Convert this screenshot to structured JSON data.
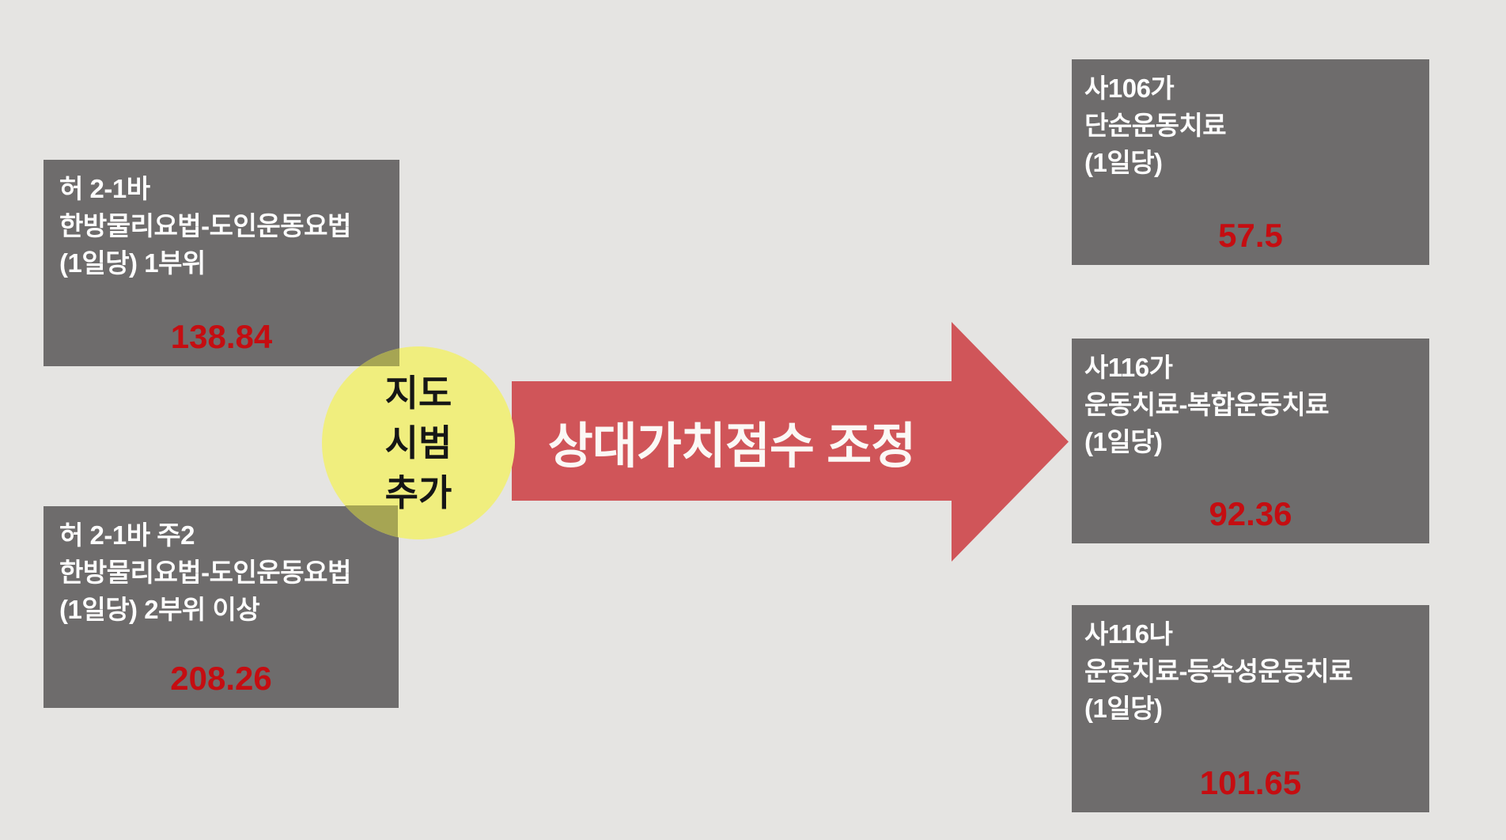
{
  "slide": {
    "background_color": "#e5e4e2",
    "colors": {
      "box_bg": "#6e6c6c",
      "box_text": "#fdfdfd",
      "score_red": "#c50d11",
      "arrow_red": "#d05559",
      "arrow_text": "#fbf8f5",
      "circle_yellow": "#f0ee7e",
      "circle_overlap_olive": "#a6a553",
      "circle_text": "#161616"
    },
    "left_boxes": [
      {
        "code": "허 2-1바",
        "name": "한방물리요법-도인운동요법",
        "unit": "(1일당) 1부위",
        "score": "138.84"
      },
      {
        "code": "허 2-1바 주2",
        "name": "한방물리요법-도인운동요법",
        "unit": "(1일당) 2부위 이상",
        "score": "208.26"
      }
    ],
    "circle_note": {
      "lines": [
        "지도",
        "시범",
        "추가"
      ]
    },
    "arrow": {
      "label": "상대가치점수 조정"
    },
    "right_boxes": [
      {
        "code": "사106가",
        "name": "단순운동치료",
        "unit": "(1일당)",
        "score": "57.5"
      },
      {
        "code": "사116가",
        "name": "운동치료-복합운동치료",
        "unit": "(1일당)",
        "score": "92.36"
      },
      {
        "code": "사116나",
        "name": "운동치료-등속성운동치료",
        "unit": "(1일당)",
        "score": "101.65"
      }
    ]
  }
}
